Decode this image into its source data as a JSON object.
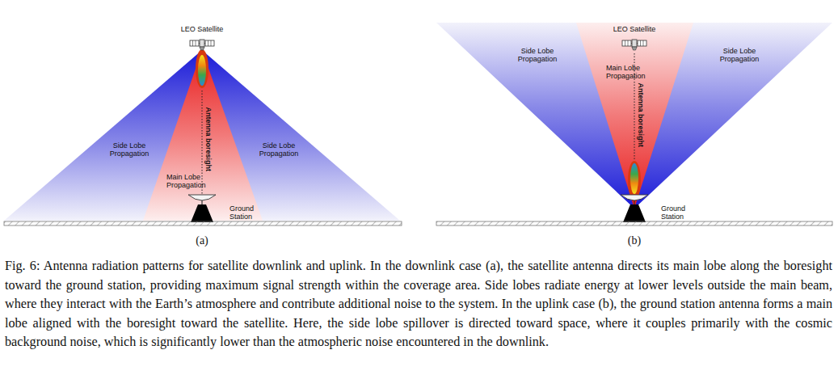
{
  "diagram": {
    "caption": "Fig. 6: Antenna radiation patterns for satellite downlink and uplink. In the downlink case (a), the satellite antenna directs its main lobe along the boresight toward the ground station, providing maximum signal strength within the coverage area. Side lobes radiate energy at lower levels outside the main beam, where they interact with the Earth’s atmosphere and contribute additional noise to the system. In the uplink case (b), the ground station antenna forms a main lobe aligned with the boresight toward the satellite. Here, the side lobe spillover is directed toward space, where it couples primarily with the cosmic background noise, which is significantly lower than the atmospheric noise encountered in the downlink.",
    "labels": [
      "LEO Satellite",
      "Side Lobe Propagation",
      "Side Lobe Propagation",
      "Main Lobe Propagation",
      "Antenna boresight",
      "Ground Station",
      "(a)",
      "LEO Satellite",
      "Side Lobe Propagation",
      "Side Lobe Propagation",
      "Main Lobe Propagation",
      "Antenna boresight",
      "Ground Station",
      "(b)"
    ]
  }
}
